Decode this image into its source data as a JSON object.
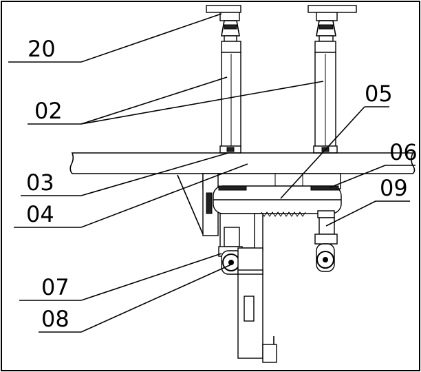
{
  "labels": {
    "l20": "20",
    "l02": "02",
    "l03": "03",
    "l04": "04",
    "l05": "05",
    "l06": "06",
    "l09": "09",
    "l07": "07",
    "l08": "08"
  }
}
